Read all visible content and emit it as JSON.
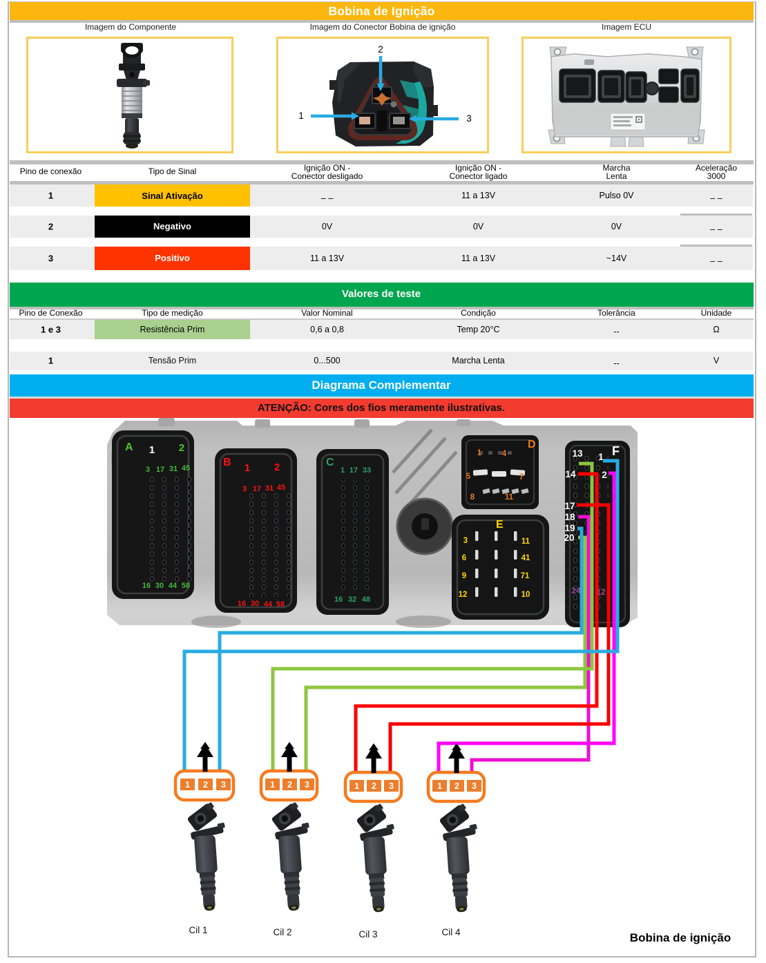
{
  "page": {
    "title": "Bobina de Ignição",
    "footer": "Bobina de ignição"
  },
  "images": {
    "component": {
      "caption": "Imagem do Componente"
    },
    "connector": {
      "caption": "Imagem do Conector Bobina de ignição",
      "pins": {
        "p1": "1",
        "p2": "2",
        "p3": "3"
      }
    },
    "ecu": {
      "caption": "Imagem ECU"
    }
  },
  "signal_table": {
    "headers": {
      "pin": "Pino de conexão",
      "type": "Tipo de Sinal",
      "ign_off_l1": "Ignição ON -",
      "ign_off_l2": "Conector desligado",
      "ign_on_l1": "Ignição ON -",
      "ign_on_l2": "Conector ligado",
      "idle_l1": "Marcha",
      "idle_l2": "Lenta",
      "accel_l1": "Aceleração",
      "accel_l2": "3000"
    },
    "rows": [
      {
        "pin": "1",
        "type": "Sinal Ativação",
        "type_bg": "#ffc000",
        "type_fg": "#000000",
        "ign_off": "– –",
        "ign_on": "11 a 13V",
        "idle": "Pulso 0V",
        "accel": "– –"
      },
      {
        "pin": "2",
        "type": "Negativo",
        "type_bg": "#000000",
        "type_fg": "#ffffff",
        "ign_off": "0V",
        "ign_on": "0V",
        "idle": "0V",
        "accel": "– –"
      },
      {
        "pin": "3",
        "type": "Positivo",
        "type_bg": "#ff3300",
        "type_fg": "#ffffff",
        "ign_off": "11 a 13V",
        "ign_on": "11 a 13V",
        "idle": "~14V",
        "accel": "– –"
      }
    ]
  },
  "test_table": {
    "title": "Valores de teste",
    "headers": {
      "pin": "Pino de Conexão",
      "measure": "Tipo de medição",
      "nominal": "Valor Nominal",
      "condition": "Condição",
      "tolerance": "Tolerância",
      "unit": "Unidade"
    },
    "rows": [
      {
        "pin": "1 e 3",
        "measure": "Resistência Prim",
        "measure_bg": "#a9d08e",
        "nominal": "0,6 a 0,8",
        "condition": "Temp 20°C",
        "tolerance": "--",
        "unit": "Ω"
      },
      {
        "pin": "1",
        "measure": "Tensão Prim",
        "measure_bg": "",
        "nominal": "0...500",
        "condition": "Marcha Lenta",
        "tolerance": "--",
        "unit": "V"
      }
    ]
  },
  "diagram": {
    "title": "Diagrama Complementar",
    "warning": "ATENÇÃO: Cores dos fios meramente ilustrativas.",
    "ecu": {
      "A": {
        "label": "A",
        "top": [
          "1",
          "2"
        ],
        "cols_top": [
          "3",
          "17",
          "31",
          "45"
        ],
        "cols_bottom": [
          "16",
          "30",
          "44",
          "58"
        ],
        "color": "#4fc32b"
      },
      "B": {
        "label": "B",
        "top": [
          "1",
          "2"
        ],
        "cols_top": [
          "3",
          "17",
          "31",
          "45"
        ],
        "cols_bottom": [
          "16",
          "30",
          "44",
          "58"
        ],
        "color": "#ff1111"
      },
      "C": {
        "label": "C",
        "cols_top": [
          "1",
          "17",
          "33"
        ],
        "cols_bottom": [
          "16",
          "32",
          "48"
        ],
        "color": "#2ba167"
      },
      "D": {
        "label": "D",
        "pins": [
          "1",
          "4",
          "5",
          "7",
          "8",
          "11"
        ],
        "color": "#e8791c"
      },
      "E": {
        "label": "E",
        "left": [
          "3",
          "6",
          "9",
          "12"
        ],
        "right": [
          "11",
          "41",
          "71",
          "10"
        ],
        "color": "#ffd800"
      },
      "F": {
        "label": "F",
        "left": [
          "13",
          "14",
          "17",
          "18",
          "19",
          "20"
        ],
        "right": [
          "1",
          "2"
        ],
        "bottom": [
          "24",
          "12"
        ],
        "color": "#ffffff"
      }
    },
    "wires": [
      {
        "from": "F 2",
        "to": "Cil 4 pino 1",
        "color": "#ff00ff"
      },
      {
        "from": "F 18",
        "to": "Cil 4 pino 3",
        "color": "#ee0fd2"
      },
      {
        "from": "F 13",
        "to": "Cil 2 pino 1",
        "color": "#8dc63f"
      },
      {
        "from": "F 20",
        "to": "Cil 2 pino 3",
        "color": "#8dc63f"
      },
      {
        "from": "F 14",
        "to": "Cil 3 pino 1",
        "color": "#ff0000"
      },
      {
        "from": "F 17",
        "to": "Cil 3 pino 3",
        "color": "#f40000"
      },
      {
        "from": "F 1",
        "to": "Cil 1 pino 1",
        "color": "#29abe2"
      },
      {
        "from": "F 19",
        "to": "Cil 1 pino 3",
        "color": "#29abe2"
      }
    ],
    "coils": [
      {
        "label": "Cil 1",
        "pins": [
          "1",
          "2",
          "3"
        ]
      },
      {
        "label": "Cil 2",
        "pins": [
          "1",
          "2",
          "3"
        ]
      },
      {
        "label": "Cil 3",
        "pins": [
          "1",
          "2",
          "3"
        ]
      },
      {
        "label": "Cil 4",
        "pins": [
          "1",
          "2",
          "3"
        ]
      }
    ]
  }
}
